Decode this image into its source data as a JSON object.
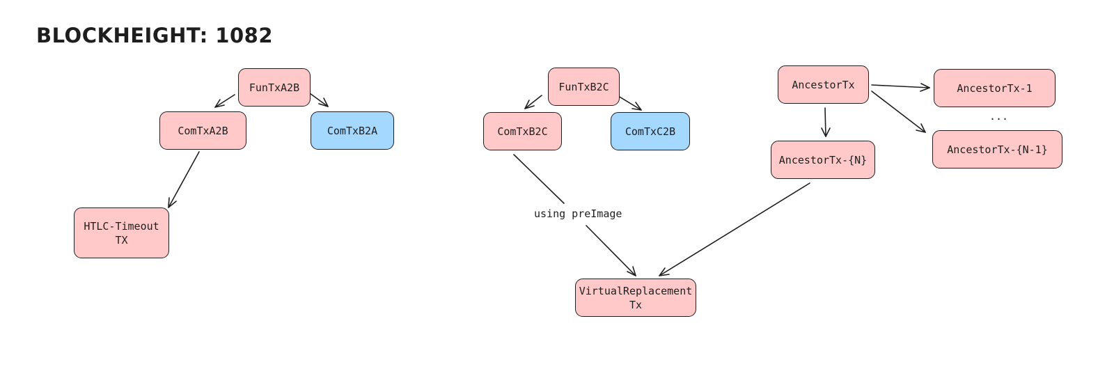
{
  "title": "BLOCKHEIGHT: 1082",
  "nodes": {
    "funtx_a2b": "FunTxA2B",
    "comtx_a2b": "ComTxA2B",
    "comtx_b2a": "ComTxB2A",
    "htlc_timeout": "HTLC-Timeout\nTX",
    "funtx_b2c": "FunTxB2C",
    "comtx_b2c": "ComTxB2C",
    "comtx_c2b": "ComTxC2B",
    "virtual_replacement": "VirtualReplacement\nTx",
    "ancestor_tx": "AncestorTx",
    "ancestor_tx_n": "AncestorTx-{N}",
    "ancestor_tx_1": "AncestorTx-1",
    "ancestor_tx_n_minus_1": "AncestorTx-{N-1}"
  },
  "edge_labels": {
    "using_preimage": "using preImage"
  },
  "ellipsis": "...",
  "colors": {
    "pink_fill": "#ffc9c9",
    "blue_fill": "#a5d8ff",
    "stroke": "#1e1e1e"
  }
}
